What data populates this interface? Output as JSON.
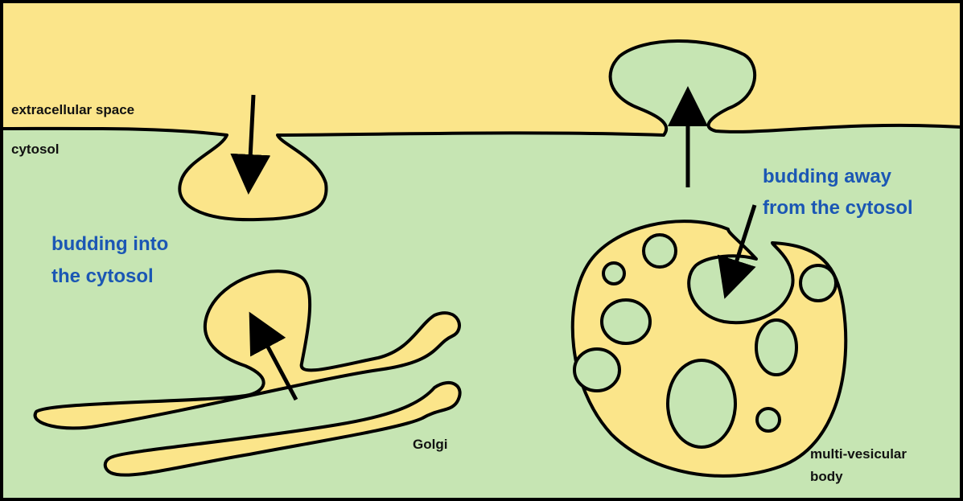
{
  "colors": {
    "extracellular": "#fbe58a",
    "cytosol": "#c6e5b3",
    "outline": "#000000",
    "budding_text": "#1b57b4"
  },
  "labels": {
    "extracellular_space": "extracellular space",
    "cytosol": "cytosol",
    "budding_into_line1": "budding into",
    "budding_into_line2": "the cytosol",
    "budding_away_line1": "budding away",
    "budding_away_line2": "from the cytosol",
    "golgi": "Golgi",
    "mvb_line1": "multi-vesicular",
    "mvb_line2": "body"
  }
}
